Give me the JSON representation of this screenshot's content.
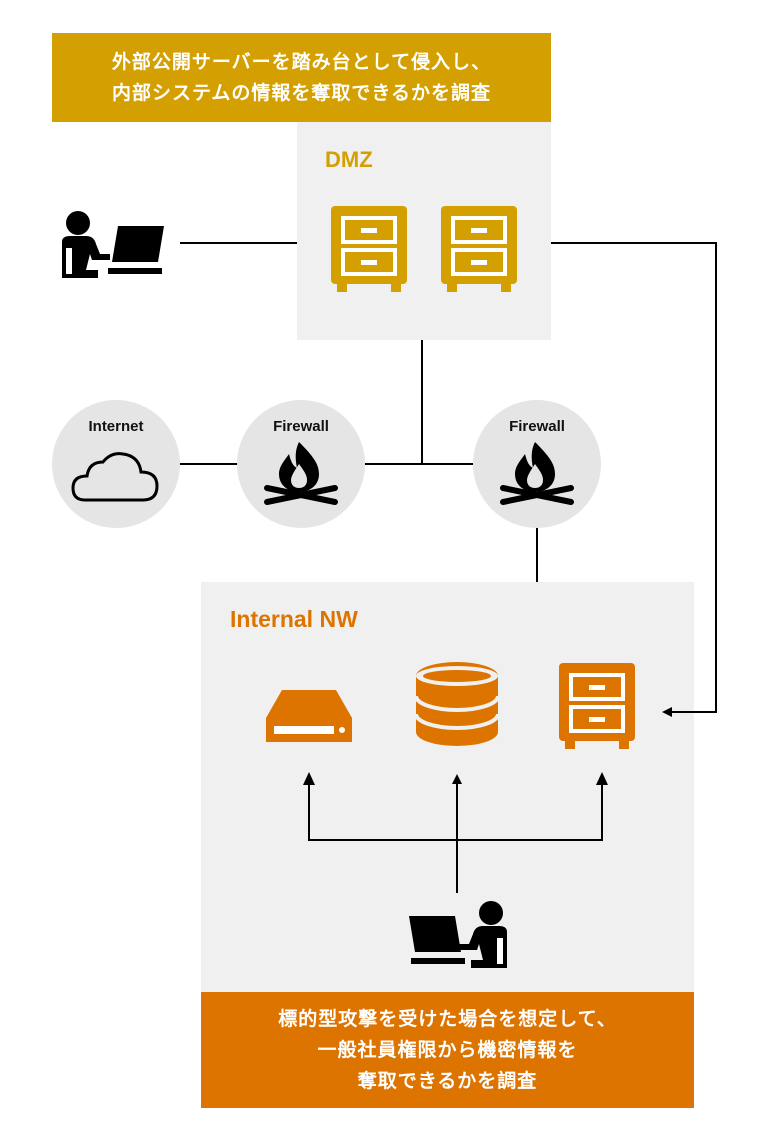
{
  "top_note": {
    "line1": "外部公開サーバーを踏み台として侵入し、",
    "line2": "内部システムの情報を奪取できるかを調査"
  },
  "dmz": {
    "label": "DMZ"
  },
  "internal": {
    "label": "Internal NW"
  },
  "nodes": {
    "internet": "Internet",
    "firewall_left": "Firewall",
    "firewall_right": "Firewall"
  },
  "bottom_note": {
    "line1": "標的型攻撃を受けた場合を想定して、",
    "line2": "一般社員権限から機密情報を",
    "line3": "奪取できるかを調査"
  },
  "colors": {
    "gold": "#d49f00",
    "orange": "#dd7400",
    "zone_bg": "#f0f0f0",
    "circle_bg": "#e5e5e5",
    "icon_dark": "#000000"
  },
  "icons": [
    "attacker-icon",
    "server-cabinet-icon",
    "cloud-icon",
    "firewall-icon",
    "hard-drive-icon",
    "database-icon",
    "employee-icon"
  ]
}
